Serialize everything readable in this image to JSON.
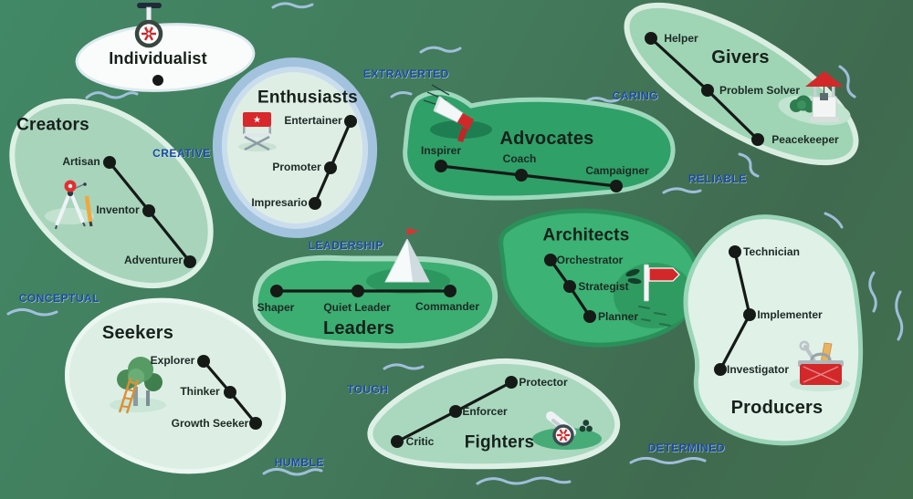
{
  "map": {
    "islands": [
      {
        "id": "individualist",
        "title": "Individualist",
        "icon": "unicycle-icon",
        "nodes": []
      },
      {
        "id": "creators",
        "title": "Creators",
        "icon": "drafting-compass-icon",
        "nodes": [
          "Artisan",
          "Inventor",
          "Adventurer"
        ]
      },
      {
        "id": "enthusiasts",
        "title": "Enthusiasts",
        "icon": "directors-chair-icon",
        "nodes": [
          "Entertainer",
          "Promoter",
          "Impresario"
        ]
      },
      {
        "id": "advocates",
        "title": "Advocates",
        "icon": "megaphone-icon",
        "nodes": [
          "Inspirer",
          "Coach",
          "Campaigner"
        ]
      },
      {
        "id": "givers",
        "title": "Givers",
        "icon": "wishing-well-icon",
        "nodes": [
          "Helper",
          "Problem Solver",
          "Peacekeeper"
        ]
      },
      {
        "id": "architects",
        "title": "Architects",
        "icon": "signpost-icon",
        "nodes": [
          "Orchestrator",
          "Strategist",
          "Planner"
        ]
      },
      {
        "id": "leaders",
        "title": "Leaders",
        "icon": "mountain-flag-icon",
        "nodes": [
          "Shaper",
          "Quiet Leader",
          "Commander"
        ]
      },
      {
        "id": "seekers",
        "title": "Seekers",
        "icon": "trees-ladder-icon",
        "nodes": [
          "Explorer",
          "Thinker",
          "Growth Seeker"
        ]
      },
      {
        "id": "fighters",
        "title": "Fighters",
        "icon": "cannon-icon",
        "nodes": [
          "Critic",
          "Enforcer",
          "Protector"
        ]
      },
      {
        "id": "producers",
        "title": "Producers",
        "icon": "toolbox-icon",
        "nodes": [
          "Technician",
          "Implementer",
          "Investigator"
        ]
      }
    ],
    "trait_labels": [
      "EXTRAVERTED",
      "CREATIVE",
      "CARING",
      "RELIABLE",
      "CONCEPTUAL",
      "LEADERSHIP",
      "TOUGH",
      "HUMBLE",
      "DETERMINED"
    ],
    "palette": {
      "sea_green": "#418766",
      "sea_dark": "#3f684d",
      "island_light_green": "#a8d4bc",
      "island_pale_mint": "#dff0e7",
      "island_emerald": "#2fa068",
      "island_bright_green": "#3cb274",
      "halo_mint": "#dcefe4",
      "lagoon_blue": "#a2c2de",
      "trait_blue": "#1a4aa0",
      "connector_black": "#151a17",
      "accent_red": "#d3282a",
      "wave_blue": "#a5c3e1"
    }
  }
}
